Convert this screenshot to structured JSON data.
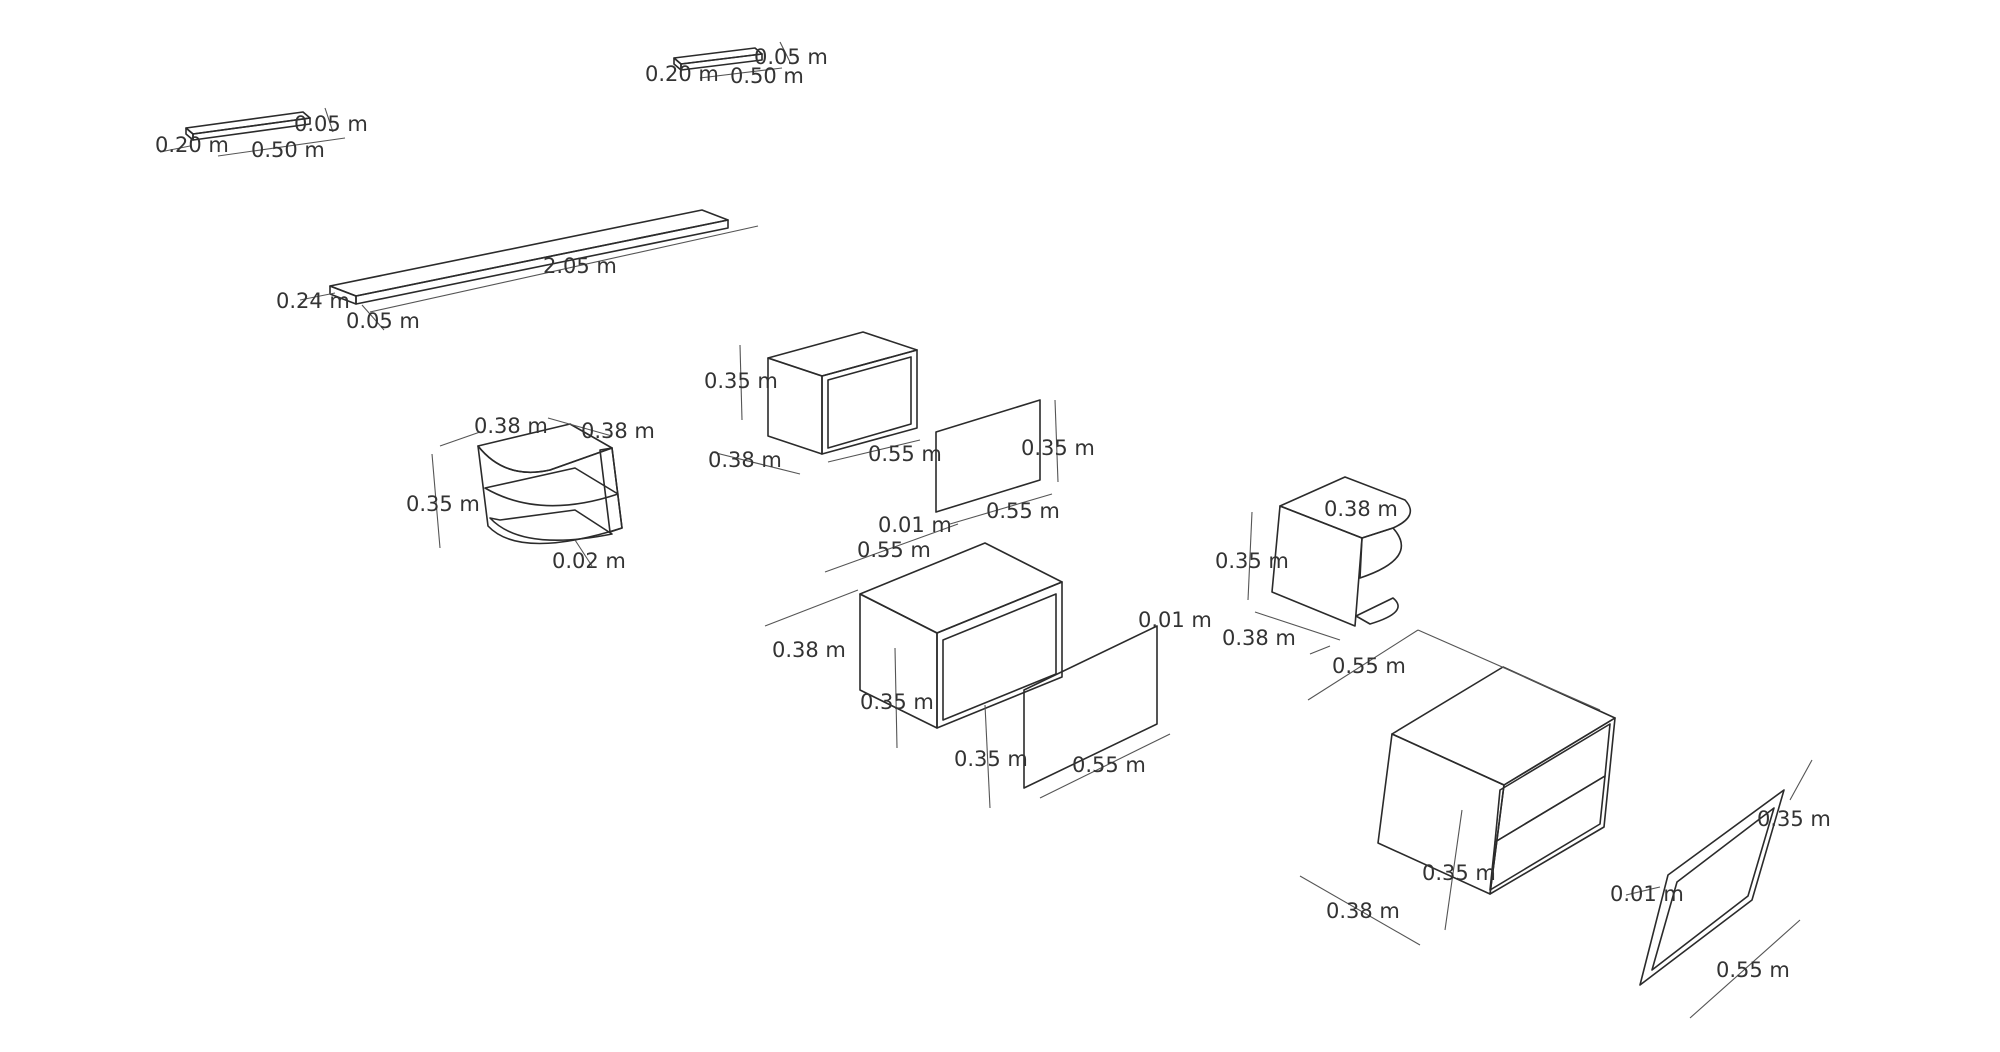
{
  "colors": {
    "top_face": "#c4c4c4",
    "side_face": "#e3e3e3",
    "light_face": "#eeeeee",
    "inner_face": "#c8c8c8",
    "blue_shelf": "#5b7fd6",
    "blue_dark": "#4d6cbf",
    "edge": "#2b2b2b",
    "dimension_text": "#333333"
  },
  "dimensions": {
    "shelf_a_depth": "0.20 m",
    "shelf_a_width": "0.50 m",
    "shelf_a_thick": "0.05 m",
    "shelf_b_depth": "0.20 m",
    "shelf_b_width": "0.50 m",
    "shelf_b_thick": "0.05 m",
    "long_depth": "0.24 m",
    "long_length": "2.05 m",
    "long_thick": "0.05 m",
    "corner_w1": "0.38 m",
    "corner_w2": "0.38 m",
    "corner_h": "0.35 m",
    "corner_shelf": "0.02 m",
    "box1_h": "0.35 m",
    "box1_d": "0.38 m",
    "box1_w": "0.55 m",
    "panel1_h": "0.35 m",
    "panel1_w": "0.55 m",
    "panel1_t": "0.01 m",
    "box2_w": "0.55 m",
    "box2_d": "0.38 m",
    "box2_h": "0.35 m",
    "panel2_h": "0.35 m",
    "panel2_w": "0.55 m",
    "panel2_t": "0.01 m",
    "round_w": "0.38 m",
    "round_h": "0.35 m",
    "round_d": "0.38 m",
    "box3_w": "0.55 m",
    "box3_h": "0.35 m",
    "box3_d": "0.38 m",
    "panel3_t": "0.01 m",
    "panel3_h": "0.35 m",
    "panel3_w": "0.55 m"
  }
}
